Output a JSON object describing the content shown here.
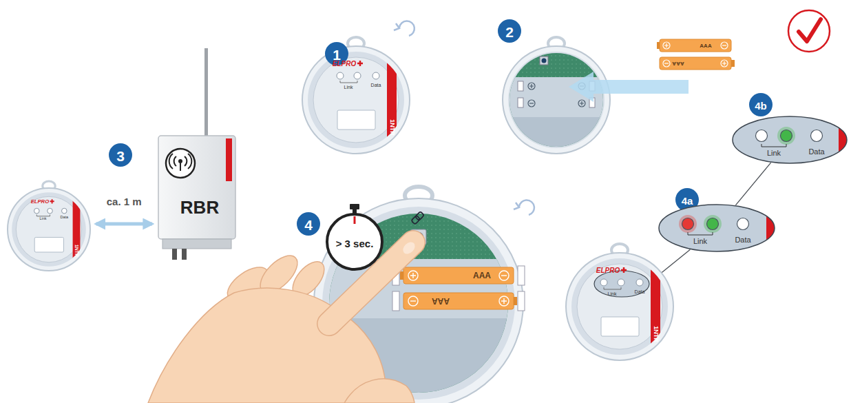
{
  "diagram": {
    "nodes": [
      {
        "text": [
          "ELPRO",
          "Link",
          "Data",
          "1NTR"
        ]
      },
      {
        "text": [
          "RBR"
        ]
      },
      {
        "text": [
          "> 3 sec."
        ]
      },
      {
        "text": [
          "ELPRO",
          "Link",
          "Data",
          "1NTR"
        ]
      },
      {
        "text": [
          "Link",
          "Data"
        ]
      },
      {
        "text": [
          "Link",
          "Data"
        ]
      }
    ],
    "edges": [
      {
        "from": 0,
        "to": 1,
        "arrow": "both",
        "label": "ca. 1 m"
      },
      {
        "from": 3,
        "to": 4,
        "arrow": "none"
      },
      {
        "from": 4,
        "to": 5,
        "arrow": "none"
      }
    ],
    "labels": [
      "1",
      "ELPRO",
      "Link",
      "Data",
      "1NTR",
      "2",
      "AAA",
      "AAA",
      "3",
      "4",
      "AAA",
      "AAA",
      "4b",
      "4a"
    ]
  }
}
